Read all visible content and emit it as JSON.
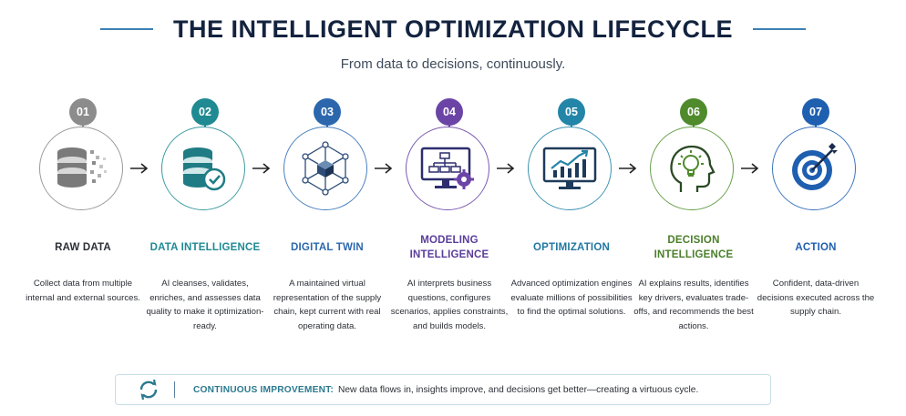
{
  "header": {
    "title": "THE INTELLIGENT OPTIMIZATION LIFECYCLE",
    "subtitle": "From data to decisions, continuously."
  },
  "steps": [
    {
      "number": "01",
      "title": "RAW DATA",
      "color": "#8c8c8c",
      "title_color": "#2b2f36",
      "icon": "database-icon",
      "description": "Collect data from multiple internal and external sources."
    },
    {
      "number": "02",
      "title": "DATA INTELLIGENCE",
      "color": "#1f8a92",
      "title_color": "#1f8a92",
      "icon": "database-check-icon",
      "description": "AI cleanses, validates, enriches, and assesses data quality to make it optimization-ready."
    },
    {
      "number": "03",
      "title": "DIGITAL TWIN",
      "color": "#2c67ad",
      "title_color": "#2c67ad",
      "icon": "cube-network-icon",
      "description": "A maintained virtual representation of the supply chain, kept current with real operating data."
    },
    {
      "number": "04",
      "title": "MODELING INTELLIGENCE",
      "color": "#6b45a6",
      "title_color": "#5a3d9a",
      "icon": "monitor-flowchart-icon",
      "description": "AI interprets business questions, configures scenarios, applies constraints, and builds models."
    },
    {
      "number": "05",
      "title": "OPTIMIZATION",
      "color": "#2385a8",
      "title_color": "#2278a0",
      "icon": "monitor-chart-icon",
      "description": "Advanced optimization engines evaluate millions of possibilities to find the optimal solutions."
    },
    {
      "number": "06",
      "title": "DECISION INTELLIGENCE",
      "color": "#4f8a2c",
      "title_color": "#4a7f29",
      "icon": "head-lightbulb-icon",
      "description": "AI explains results, identifies key drivers, evaluates trade-offs, and recommends the best actions."
    },
    {
      "number": "07",
      "title": "ACTION",
      "color": "#1f5fb0",
      "title_color": "#1f5fb0",
      "icon": "target-arrow-icon",
      "description": "Confident, data-driven decisions executed across the supply chain."
    }
  ],
  "banner": {
    "label": "CONTINUOUS IMPROVEMENT:",
    "text": "New data flows in, insights improve, and decisions get better—creating a virtuous cycle.",
    "icon": "refresh-cycle-icon"
  }
}
